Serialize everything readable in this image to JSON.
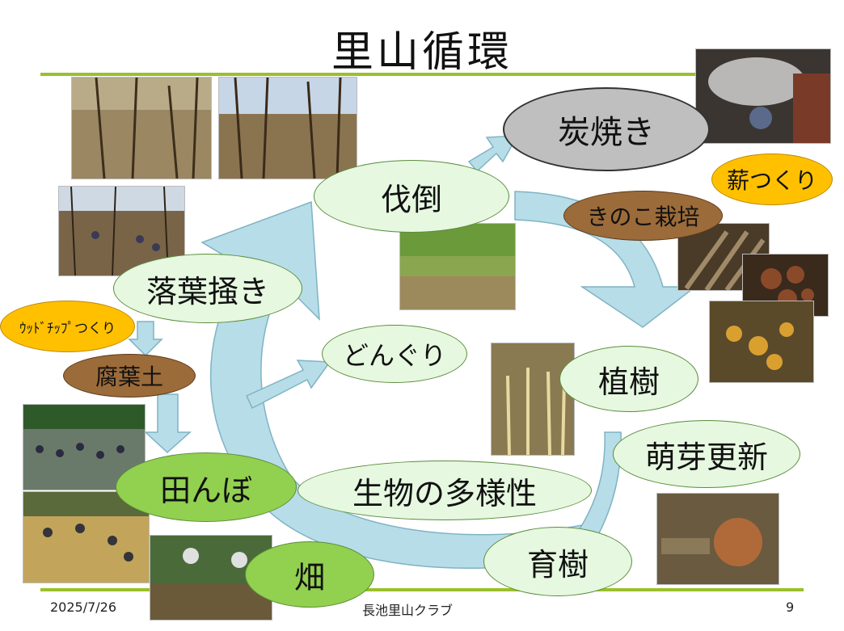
{
  "title": "里山循環",
  "nodes": {
    "sumiyaki": "炭焼き",
    "battou": "伐倒",
    "makizukuri": "薪つくり",
    "kinoko": "きのこ栽培",
    "rakuyou": "落葉掻き",
    "woodchip": "ｳｯﾄﾞﾁｯﾌﾟつくり",
    "fuyoudo": "腐葉土",
    "donguri": "どんぐり",
    "shokuju": "植樹",
    "hougamekousin": "萌芽更新",
    "tanbo": "田んぼ",
    "seibutsu": "生物の多様性",
    "hatake": "畑",
    "ikuju": "育樹"
  },
  "footer": {
    "date": "2025/7/26",
    "org": "長池里山クラブ",
    "page": "9"
  },
  "colors": {
    "accent_rule": "#9ac02a",
    "arrow": "#b7dde8",
    "light_node": "#e6f8e0",
    "green_node": "#92d050",
    "gray_node": "#bfbfbf",
    "brown_node": "#9c6b3a",
    "orange_node": "#ffc000"
  }
}
